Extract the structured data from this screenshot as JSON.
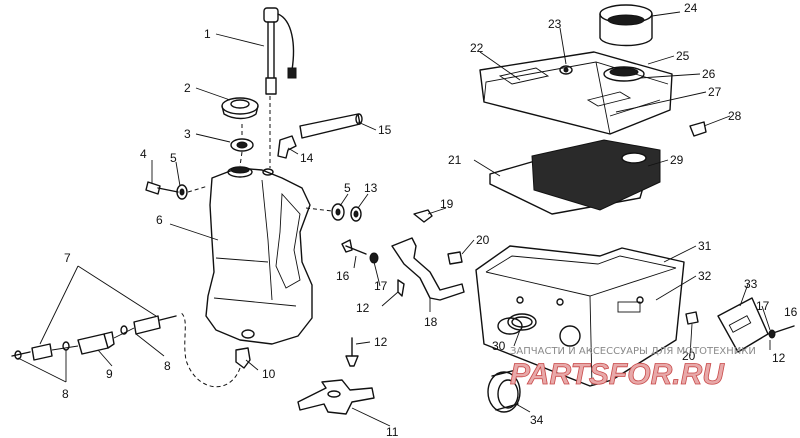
{
  "callouts": [
    {
      "id": "c1",
      "text": "1"
    },
    {
      "id": "c2",
      "text": "2"
    },
    {
      "id": "c3",
      "text": "3"
    },
    {
      "id": "c4",
      "text": "4"
    },
    {
      "id": "c5a",
      "text": "5"
    },
    {
      "id": "c5b",
      "text": "5"
    },
    {
      "id": "c6",
      "text": "6"
    },
    {
      "id": "c7",
      "text": "7"
    },
    {
      "id": "c8a",
      "text": "8"
    },
    {
      "id": "c8b",
      "text": "8"
    },
    {
      "id": "c9",
      "text": "9"
    },
    {
      "id": "c10",
      "text": "10"
    },
    {
      "id": "c11",
      "text": "11"
    },
    {
      "id": "c12a",
      "text": "12"
    },
    {
      "id": "c12b",
      "text": "12"
    },
    {
      "id": "c12c",
      "text": "12"
    },
    {
      "id": "c13",
      "text": "13"
    },
    {
      "id": "c14",
      "text": "14"
    },
    {
      "id": "c15",
      "text": "15"
    },
    {
      "id": "c16a",
      "text": "16"
    },
    {
      "id": "c16b",
      "text": "16"
    },
    {
      "id": "c17a",
      "text": "17"
    },
    {
      "id": "c17b",
      "text": "17"
    },
    {
      "id": "c18",
      "text": "18"
    },
    {
      "id": "c19",
      "text": "19"
    },
    {
      "id": "c20a",
      "text": "20"
    },
    {
      "id": "c20b",
      "text": "20"
    },
    {
      "id": "c21",
      "text": "21"
    },
    {
      "id": "c22",
      "text": "22"
    },
    {
      "id": "c23",
      "text": "23"
    },
    {
      "id": "c24",
      "text": "24"
    },
    {
      "id": "c25",
      "text": "25"
    },
    {
      "id": "c26",
      "text": "26"
    },
    {
      "id": "c27",
      "text": "27"
    },
    {
      "id": "c28",
      "text": "28"
    },
    {
      "id": "c29",
      "text": "29"
    },
    {
      "id": "c30",
      "text": "30"
    },
    {
      "id": "c31",
      "text": "31"
    },
    {
      "id": "c32",
      "text": "32"
    },
    {
      "id": "c33",
      "text": "33"
    },
    {
      "id": "c34",
      "text": "34"
    }
  ],
  "watermark": {
    "tagline": "ЗАПЧАСТИ И АКСЕССУАРЫ ДЛЯ МОТОТЕХНИКИ",
    "brand": "PARTSFOR.RU"
  }
}
